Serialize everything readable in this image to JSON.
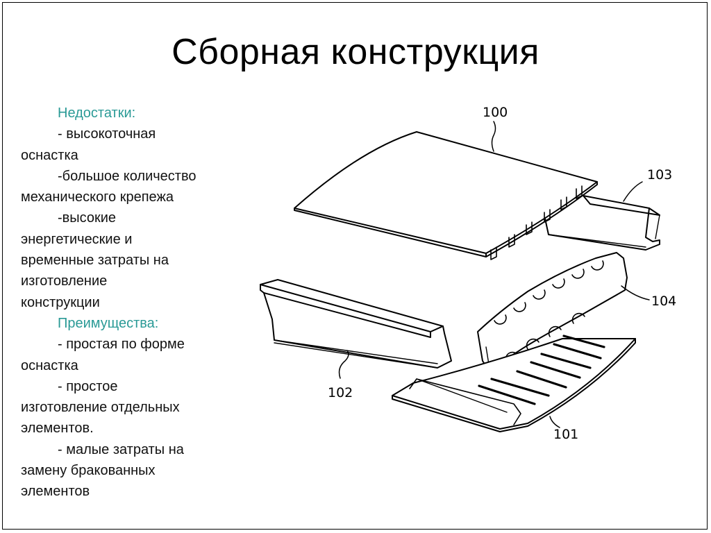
{
  "title": "Сборная конструкция",
  "disadvantages": {
    "heading": "Недостатки:",
    "lines": [
      "- высокоточная",
      "оснастка",
      "-большое количество",
      "механического крепежа",
      "-высокие",
      "энергетические и",
      "временные затраты на",
      "изготовление",
      "конструкции"
    ]
  },
  "advantages": {
    "heading": "Преимущества:",
    "lines": [
      "- простая по форме",
      "оснастка",
      "- простое",
      "изготовление отдельных",
      "элементов.",
      "- малые затраты на",
      "замену бракованных",
      "элементов"
    ]
  },
  "figure": {
    "labels": {
      "skin": "100",
      "bottom_panel": "101",
      "left_spar": "102",
      "right_spar": "103",
      "rib": "104"
    }
  },
  "colors": {
    "heading": "#2a9a96",
    "text": "#111111"
  }
}
